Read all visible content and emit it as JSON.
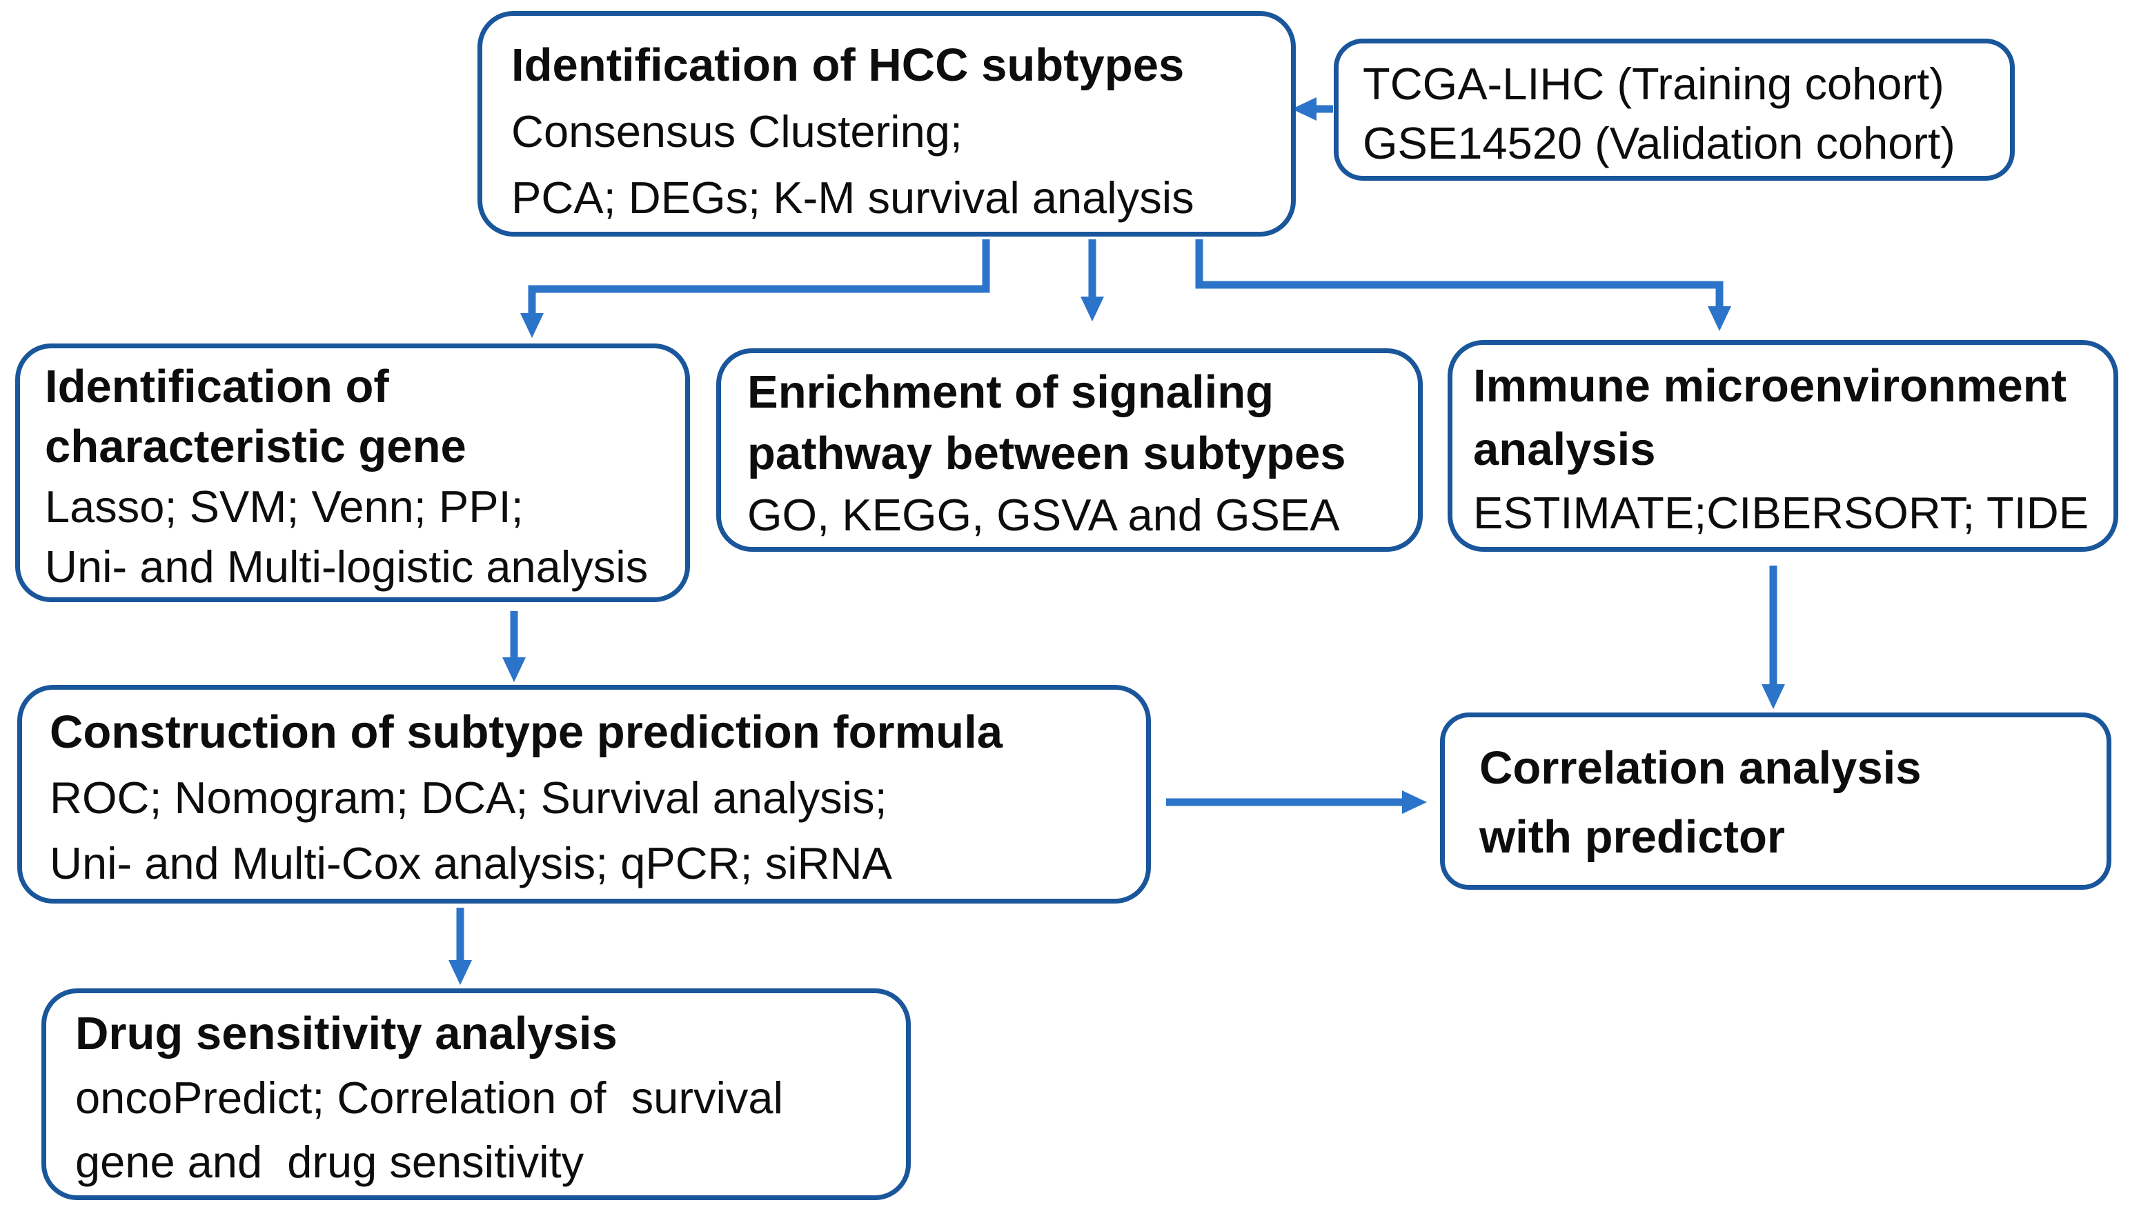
{
  "figure_type": "flowchart",
  "colors": {
    "box_border": "#1A569B",
    "arrow": "#2B74C9",
    "text": "#0D0D0D",
    "background": "#FFFFFF"
  },
  "boxes": {
    "hcc_subtypes": {
      "title": "Identification of HCC subtypes",
      "body": "Consensus Clustering;\nPCA; DEGs; K-M survival analysis"
    },
    "cohorts": {
      "body": "TCGA-LIHC (Training cohort)\nGSE14520 (Validation cohort)"
    },
    "characteristic_gene": {
      "title": "Identification of\ncharacteristic gene",
      "body": "Lasso; SVM; Venn; PPI;\nUni- and Multi-logistic analysis"
    },
    "enrichment": {
      "title": "Enrichment of signaling\npathway between subtypes",
      "body": "GO, KEGG, GSVA and GSEA"
    },
    "immune": {
      "title": "Immune microenvironment\nanalysis",
      "body": "ESTIMATE;CIBERSORT; TIDE"
    },
    "prediction_formula": {
      "title": "Construction of subtype prediction formula",
      "body": "ROC; Nomogram; DCA; Survival analysis;\nUni- and Multi-Cox analysis; qPCR; siRNA"
    },
    "correlation": {
      "title": "Correlation analysis\nwith predictor"
    },
    "drug_sensitivity": {
      "title": "Drug sensitivity analysis",
      "body": "oncoPredict; Correlation of  survival\ngene and  drug sensitivity"
    }
  },
  "arrows": [
    {
      "from": "cohorts",
      "to": "hcc_subtypes"
    },
    {
      "from": "hcc_subtypes",
      "to": "characteristic_gene"
    },
    {
      "from": "hcc_subtypes",
      "to": "enrichment"
    },
    {
      "from": "hcc_subtypes",
      "to": "immune"
    },
    {
      "from": "characteristic_gene",
      "to": "prediction_formula"
    },
    {
      "from": "immune",
      "to": "correlation"
    },
    {
      "from": "prediction_formula",
      "to": "correlation"
    },
    {
      "from": "prediction_formula",
      "to": "drug_sensitivity"
    }
  ]
}
